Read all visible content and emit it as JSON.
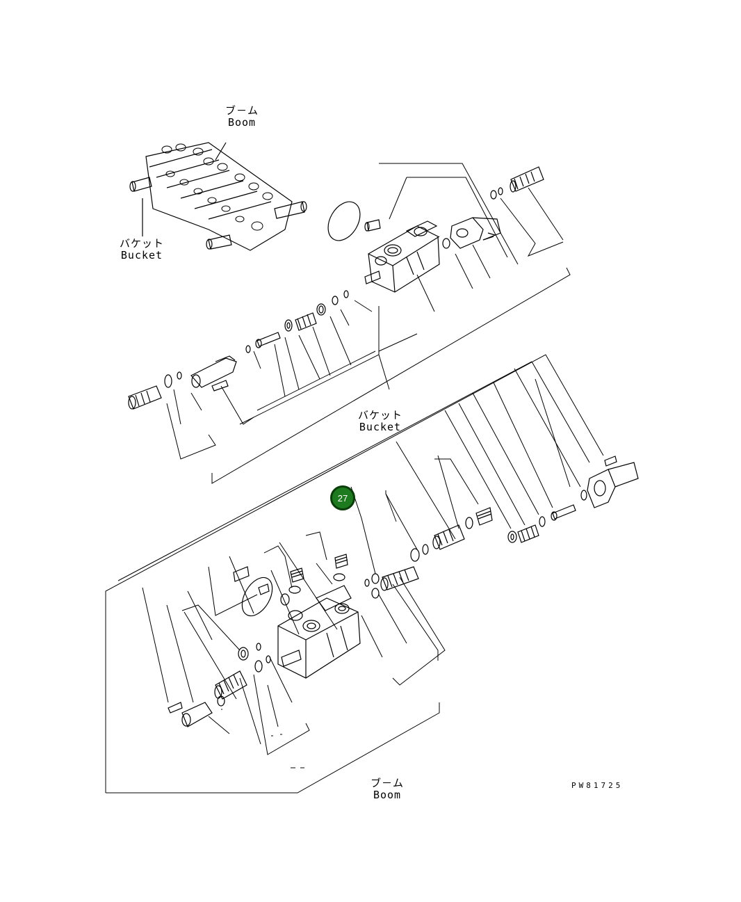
{
  "labels": {
    "top_boom_jp": "ブ－ム",
    "top_boom_en": "Boom",
    "left_bucket_jp": "バケット",
    "left_bucket_en": "Bucket",
    "mid_bucket_jp": "バケット",
    "mid_bucket_en": "Bucket",
    "bottom_boom_jp": "ブ－ム",
    "bottom_boom_en": "Boom"
  },
  "drawing_code": "PW81725",
  "callout": {
    "number": "27",
    "color": "#1e7a1e"
  }
}
